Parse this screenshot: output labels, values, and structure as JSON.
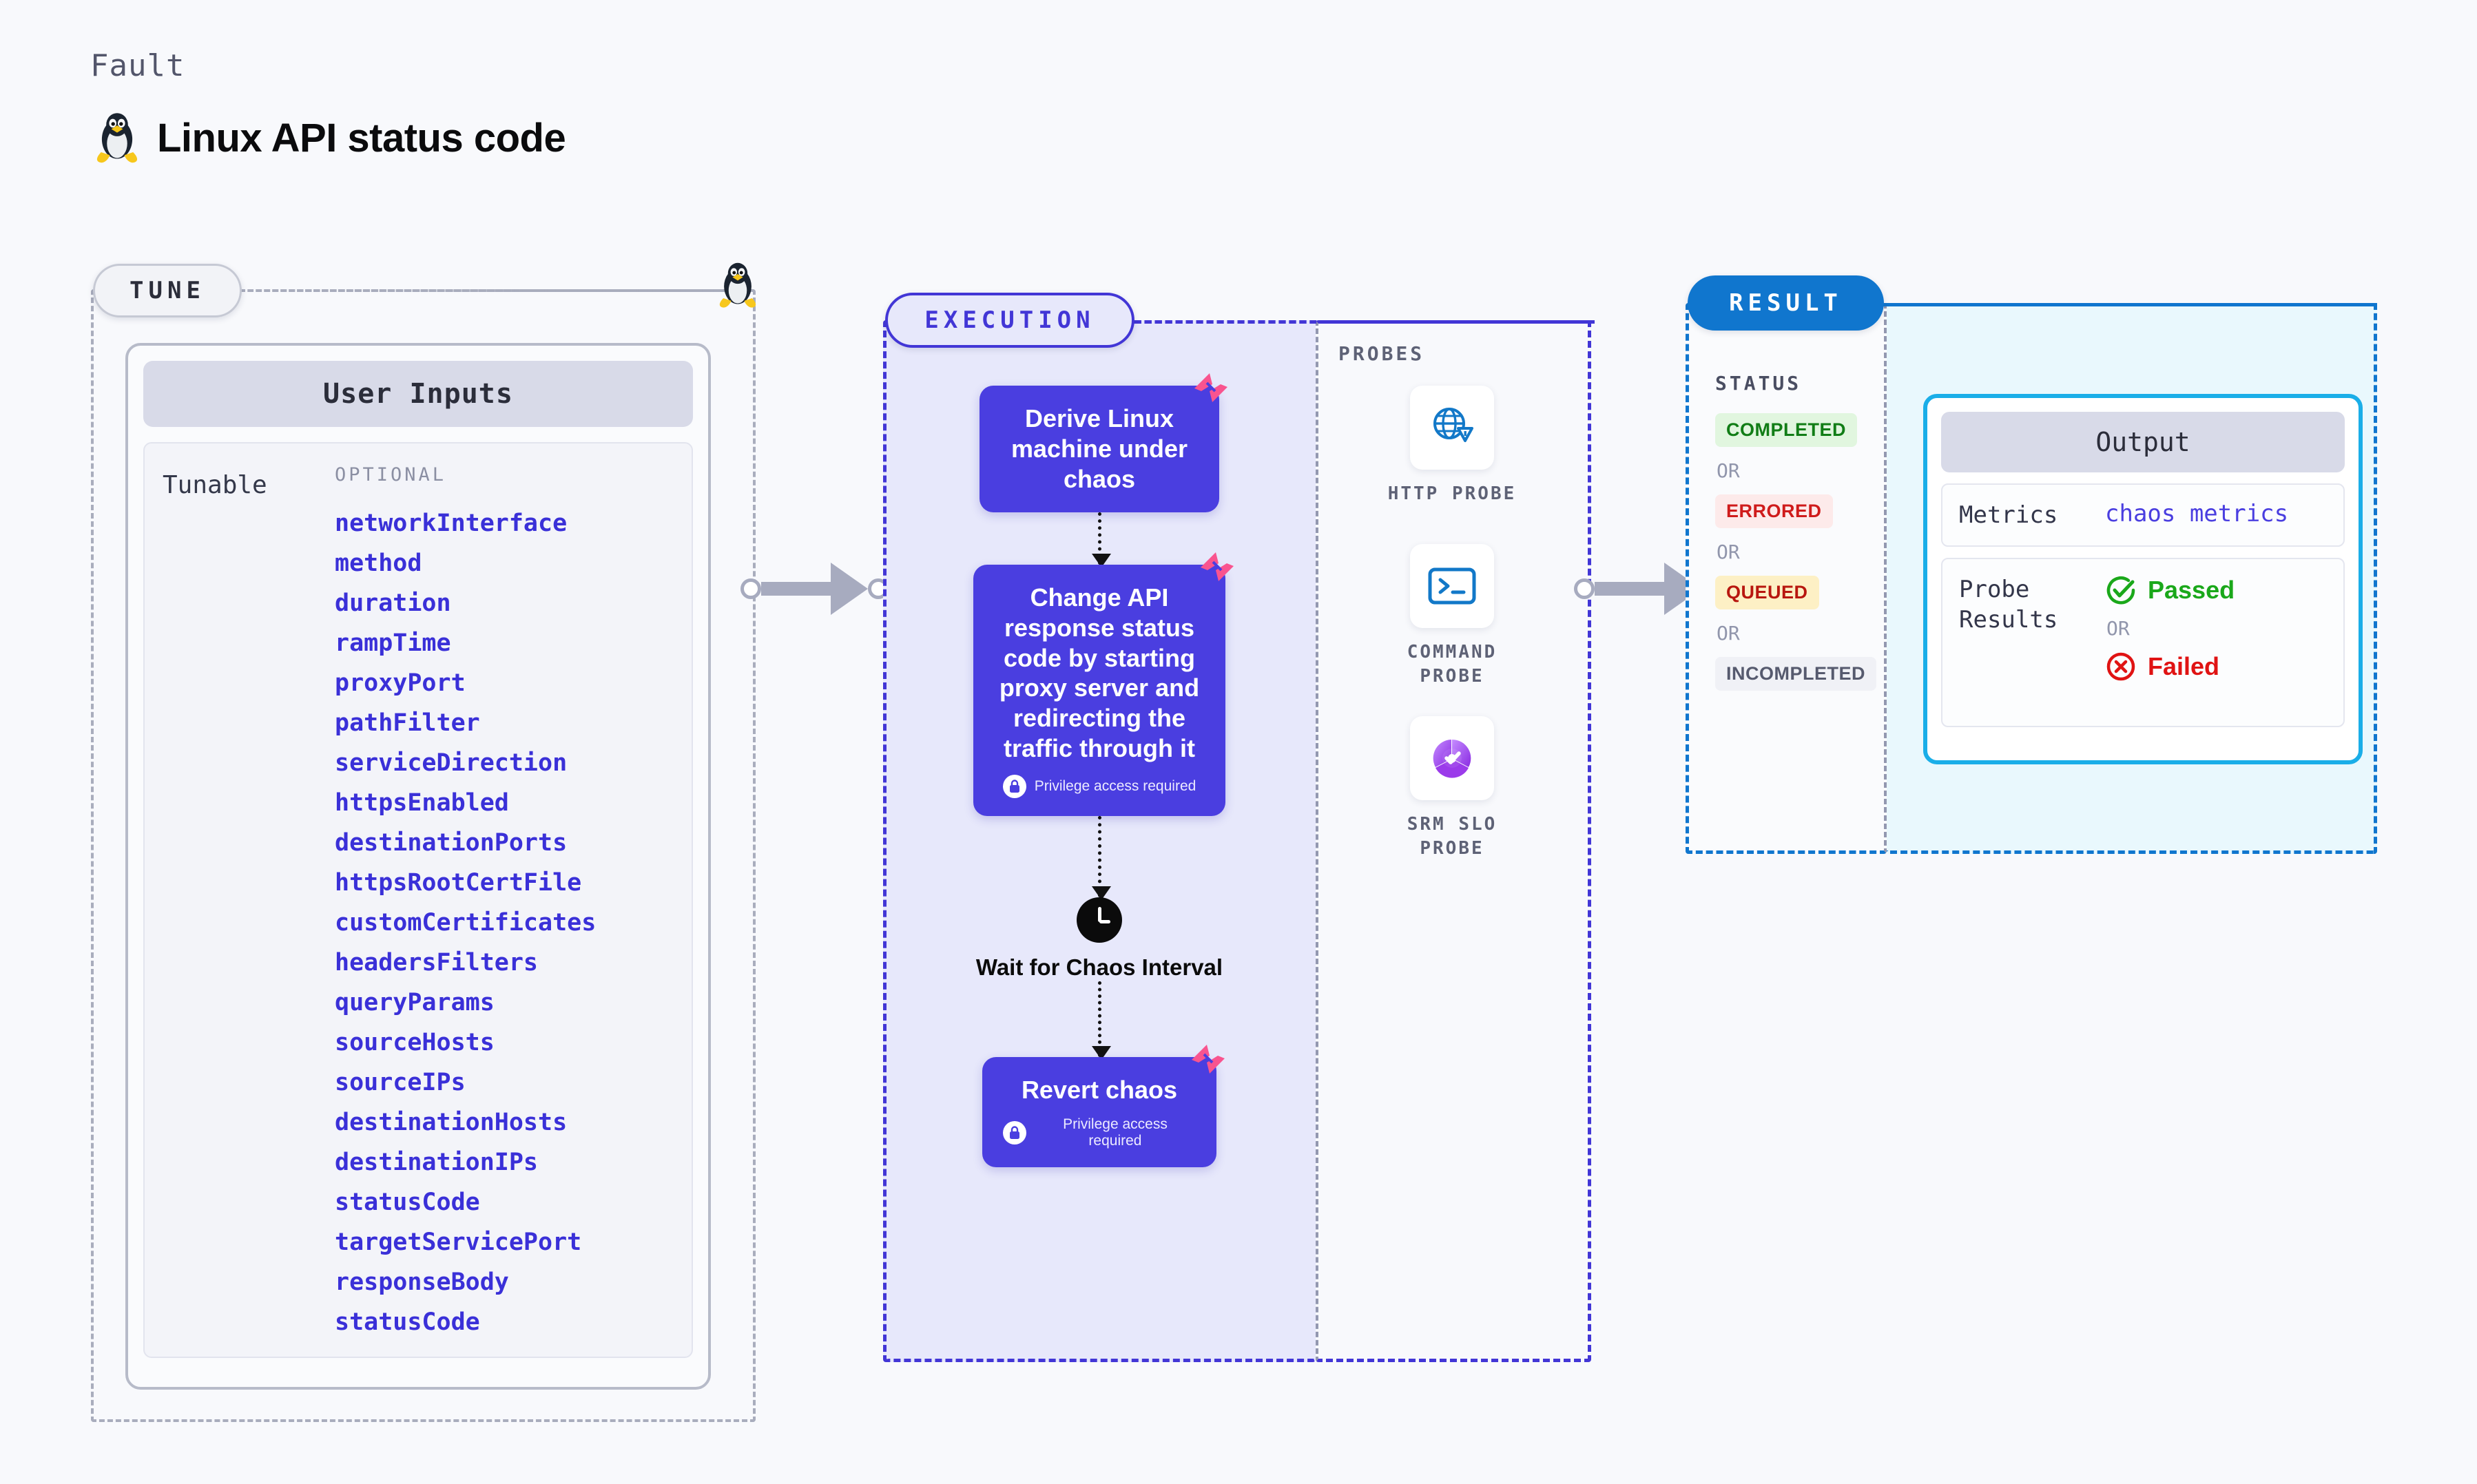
{
  "header": {
    "eyebrow": "Fault",
    "title": "Linux API status code",
    "icon": "linux-penguin-icon"
  },
  "tune": {
    "pill_label": "TUNE",
    "panel_title": "User Inputs",
    "row_label": "Tunable",
    "optional_label": "OPTIONAL",
    "params": [
      "networkInterface",
      "method",
      "duration",
      "rampTime",
      "proxyPort",
      "pathFilter",
      "serviceDirection",
      "httpsEnabled",
      "destinationPorts",
      "httpsRootCertFile",
      "customCertificates",
      "headersFilters",
      "queryParams",
      "sourceHosts",
      "sourceIPs",
      "destinationHosts",
      "destinationIPs",
      "statusCode",
      "targetServicePort",
      "responseBody",
      "statusCode"
    ]
  },
  "execution": {
    "pill_label": "EXECUTION",
    "privilege_note": "Privilege access required",
    "steps": [
      {
        "title": "Derive Linux machine under chaos",
        "privilege": false,
        "chaos_badge": true,
        "type": "node"
      },
      {
        "title": "Change API response status code by starting proxy server and redirecting the traffic through it",
        "privilege": true,
        "chaos_badge": true,
        "type": "node"
      },
      {
        "title": "Wait for Chaos Interval",
        "privilege": false,
        "chaos_badge": false,
        "type": "wait",
        "icon": "clock-icon"
      },
      {
        "title": "Revert chaos",
        "privilege": true,
        "chaos_badge": true,
        "type": "node"
      }
    ]
  },
  "probes": {
    "title": "PROBES",
    "items": [
      {
        "label": "HTTP PROBE",
        "icon": "globe-warning-icon"
      },
      {
        "label": "COMMAND PROBE",
        "icon": "terminal-icon"
      },
      {
        "label": "SRM SLO PROBE",
        "icon": "slo-donut-check-icon"
      }
    ]
  },
  "result": {
    "pill_label": "RESULT",
    "status_title": "STATUS",
    "or_label": "OR",
    "statuses": [
      {
        "label": "COMPLETED",
        "style": "b-completed"
      },
      {
        "label": "ERRORED",
        "style": "b-errored"
      },
      {
        "label": "QUEUED",
        "style": "b-queued"
      },
      {
        "label": "INCOMPLETED",
        "style": "b-incomplete"
      }
    ],
    "output": {
      "title": "Output",
      "metrics_key": "Metrics",
      "metrics_value": "chaos metrics",
      "probe_key": "Probe Results",
      "passed_label": "Passed",
      "failed_label": "Failed",
      "or_label": "OR"
    }
  },
  "colors": {
    "page_bg": "#f8f9fc",
    "accent_indigo": "#4a3ee0",
    "accent_blue": "#1076ce",
    "accent_cyan": "#1aaee8",
    "chaos_pink": "#f9548f",
    "param_link": "#3a30d8",
    "dash_gray": "#a9adbd"
  }
}
